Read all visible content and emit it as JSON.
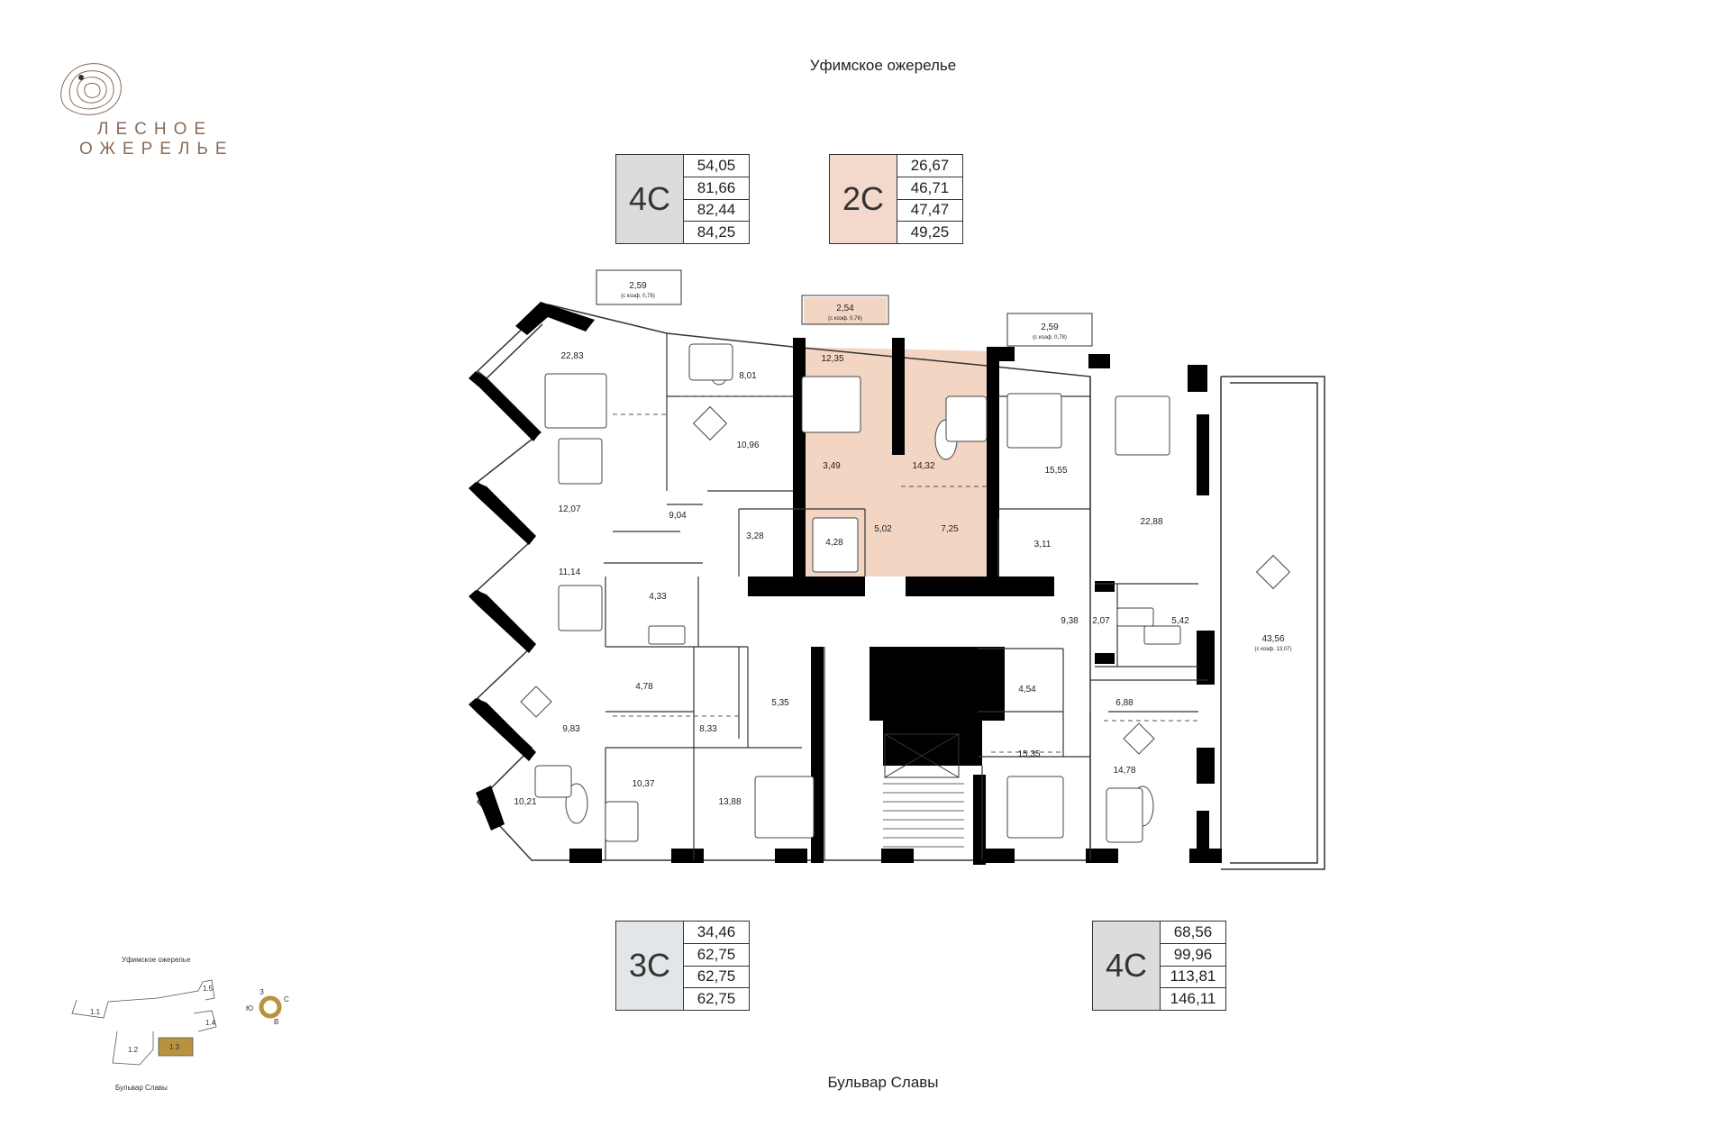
{
  "logo": {
    "line1": "ЛЕСНОЕ",
    "line2": "ОЖЕРЕЛЬЕ"
  },
  "streets": {
    "top": "Уфимское ожерелье",
    "bottom": "Бульвар Славы"
  },
  "badges": [
    {
      "type": "4С",
      "color": "#dcdcdc",
      "areas": [
        "54,05",
        "81,66",
        "82,44",
        "84,25"
      ]
    },
    {
      "type": "2С",
      "color": "#f3d9cb",
      "areas": [
        "26,67",
        "46,71",
        "47,47",
        "49,25"
      ]
    },
    {
      "type": "3С",
      "color": "#e3e6e8",
      "areas": [
        "34,46",
        "62,75",
        "62,75",
        "62,75"
      ]
    },
    {
      "type": "4С",
      "color": "#dcdcdc",
      "areas": [
        "68,56",
        "99,96",
        "113,81",
        "146,11"
      ]
    }
  ],
  "highlight_color": "#f3d5c4",
  "balconies": {
    "b1": {
      "area": "2,59",
      "note": "(с коэф. 0,78)"
    },
    "b2": {
      "area": "2,54",
      "note": "(с коэф. 0,76)"
    },
    "b3": {
      "area": "2,59",
      "note": "(с коэф. 0,78)"
    },
    "terrace": {
      "area": "43,56",
      "note": "(с коэф. 13,07)"
    }
  },
  "rooms": {
    "r1": "22,83",
    "r2": "8,01",
    "r3": "10,96",
    "r4": "12,35",
    "r5": "14,32",
    "r6": "3,49",
    "r7": "15,55",
    "r8": "22,88",
    "r9": "12,07",
    "r10": "9,04",
    "r11": "3,28",
    "r12": "4,28",
    "r13": "5,02",
    "r14": "7,25",
    "r15": "3,11",
    "r16": "11,14",
    "r17": "4,33",
    "r18": "9,38",
    "r19": "2,07",
    "r20": "5,42",
    "r21": "4,78",
    "r22": "5,35",
    "r23": "4,54",
    "r24": "6,88",
    "r25": "9,83",
    "r26": "8,33",
    "r27": "15,35",
    "r28": "14,78",
    "r29": "10,21",
    "r30": "10,37",
    "r31": "13,88"
  },
  "mini_map": {
    "street_top": "Уфимское ожерелье",
    "street_bottom": "Бульвар Славы",
    "sections": [
      "1.1",
      "1.2",
      "1.3",
      "1.4",
      "1.5"
    ],
    "compass": [
      "З",
      "С",
      "Ю",
      "В"
    ],
    "active_color": "#b8923f"
  }
}
